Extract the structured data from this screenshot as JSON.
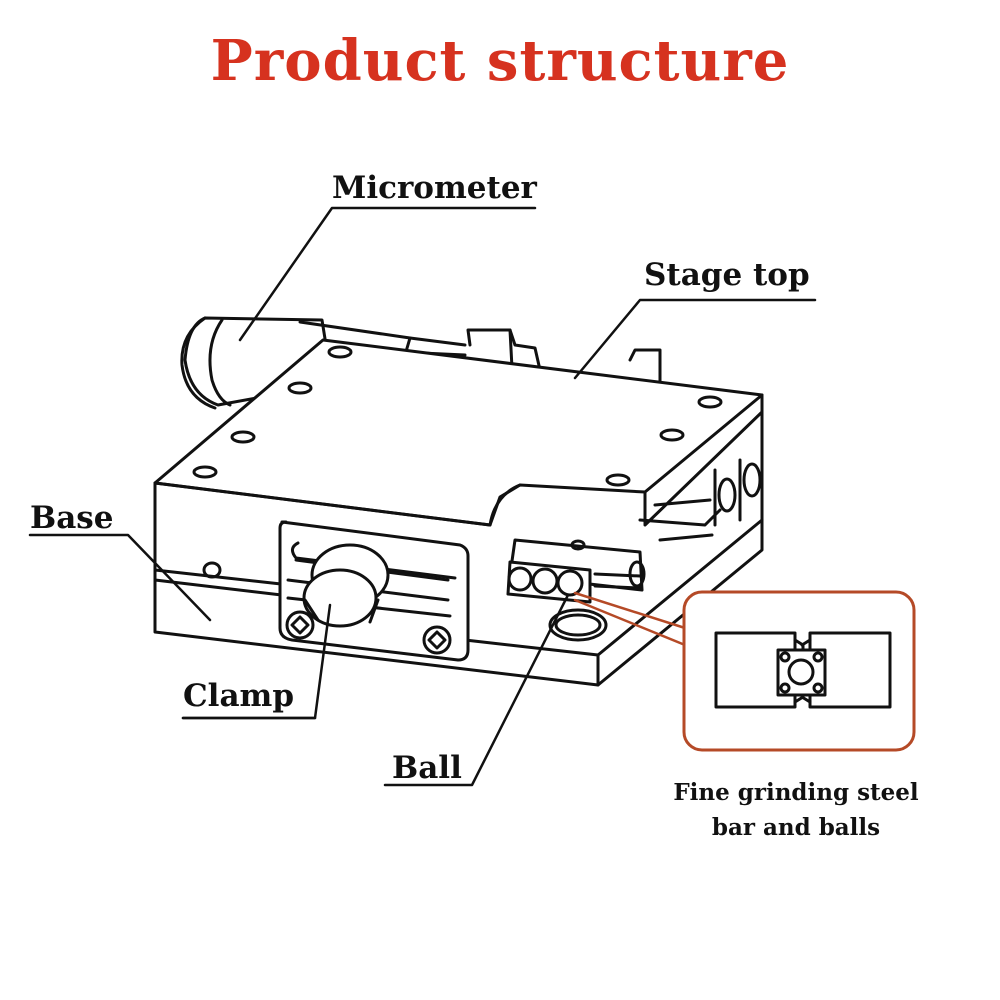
{
  "title": "Product structure",
  "colors": {
    "title": "#d6321f",
    "inset_border": "#b54a27",
    "line": "#111111"
  },
  "labels": {
    "micrometer": "Micrometer",
    "stage_top": "Stage top",
    "base": "Base",
    "clamp": "Clamp",
    "ball": "Ball"
  },
  "inset_caption": {
    "line1": "Fine grinding steel",
    "line2": "bar and balls"
  }
}
